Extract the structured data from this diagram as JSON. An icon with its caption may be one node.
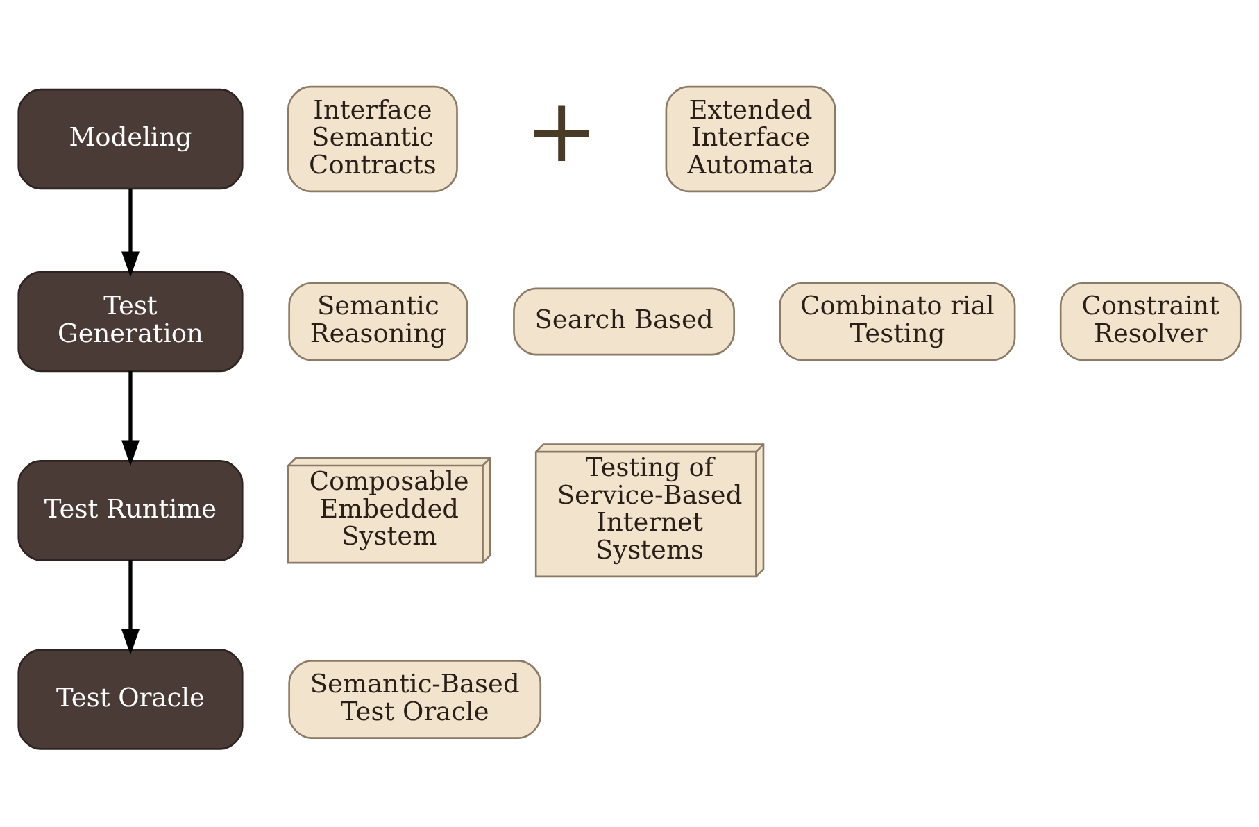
{
  "diagram": {
    "nodes": [
      {
        "text": [
          "Modeling"
        ]
      },
      {
        "text": [
          "Interface Semantic Contracts"
        ]
      },
      {
        "text": [
          "Extended Interface Automata"
        ]
      },
      {
        "text": [
          "Test Generation"
        ]
      },
      {
        "text": [
          "Semantic Reasoning"
        ]
      },
      {
        "text": [
          "Search Based"
        ]
      },
      {
        "text": [
          "Combinato rial Testing"
        ]
      },
      {
        "text": [
          "Constraint Resolver"
        ]
      },
      {
        "text": [
          "Test Runtime"
        ]
      },
      {
        "text": [
          "Composable Embedded System"
        ]
      },
      {
        "text": [
          "Testing of Service-Based Internet Systems"
        ]
      },
      {
        "text": [
          "Test Oracle"
        ]
      },
      {
        "text": [
          "Semantic-Based Test Oracle"
        ]
      }
    ],
    "edges": [
      {
        "from": 0,
        "to": 3,
        "arrow": "to"
      },
      {
        "from": 3,
        "to": 8,
        "arrow": "to"
      },
      {
        "from": 8,
        "to": 11,
        "arrow": "to"
      }
    ],
    "labels": [
      "+"
    ]
  }
}
